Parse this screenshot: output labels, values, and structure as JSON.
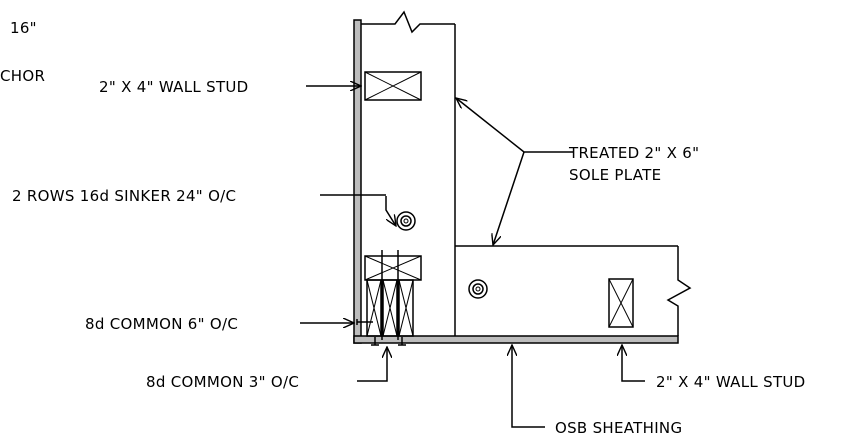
{
  "labels": {
    "partial_top": "16\"",
    "partial_anchor": "CHOR",
    "wall_stud_top": "2\" X 4\" WALL STUD",
    "treated_plate_line1": "TREATED 2\" X 6\"",
    "treated_plate_line2": "SOLE PLATE",
    "sinker_rows": "2 ROWS 16d SINKER 24\" O/C",
    "common_6": "8d COMMON 6\" O/C",
    "common_3": "8d COMMON 3\" O/C",
    "wall_stud_bottom": "2\" X 4\" WALL STUD",
    "osb_sheathing": "OSB SHEATHING"
  }
}
